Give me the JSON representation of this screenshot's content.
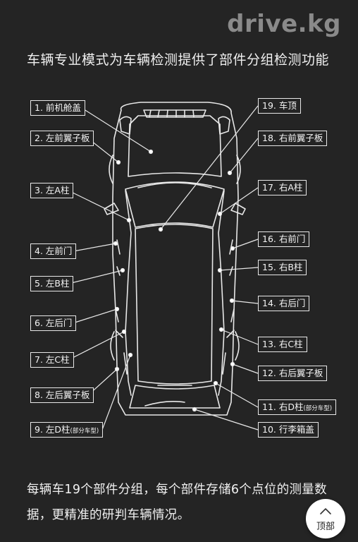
{
  "watermark": "drive.kg",
  "headline": "车辆专业模式为车辆检测提供了部件分组检测功能",
  "parts": [
    "1. 前机舱盖",
    "2. 左前翼子板",
    "3. 左A柱",
    "4. 左前门",
    "5. 左B柱",
    "6. 左后门",
    "7. 左C柱",
    "8. 左后翼子板",
    "9. 左D柱",
    "10. 行李箱盖",
    "11. 右D柱",
    "12. 右后翼子板",
    "13. 右C柱",
    "14. 右后门",
    "15. 右B柱",
    "16. 右前门",
    "17. 右A柱",
    "18. 右前翼子板",
    "19. 车顶"
  ],
  "part_notes": {
    "9": "(部分车型)",
    "11": "(部分车型)"
  },
  "summary": "每辆车19个部件分组，每个部件存储6个点位的测量数据，更精准的研判车辆情况。",
  "top_button": {
    "label": "顶部",
    "icon": "chevron-up-icon"
  },
  "colors": {
    "background": "#242424",
    "line": "#e8e8e8",
    "button": "#ffffff"
  }
}
